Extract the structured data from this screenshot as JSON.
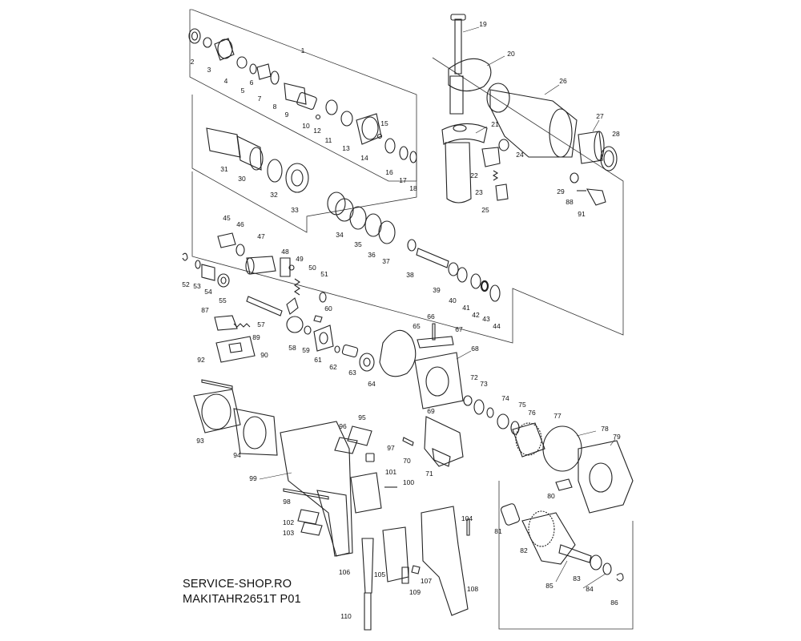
{
  "caption": {
    "site": "SERVICE-SHOP.RO",
    "model": "MAKITAHR2651T P01"
  },
  "parts": [
    {
      "id": "p1",
      "label": "1"
    },
    {
      "id": "p2",
      "label": "2"
    },
    {
      "id": "p3",
      "label": "3"
    },
    {
      "id": "p4",
      "label": "4"
    },
    {
      "id": "p5",
      "label": "5"
    },
    {
      "id": "p6",
      "label": "6"
    },
    {
      "id": "p7",
      "label": "7"
    },
    {
      "id": "p8",
      "label": "8"
    },
    {
      "id": "p9",
      "label": "9"
    },
    {
      "id": "p10",
      "label": "10"
    },
    {
      "id": "p11",
      "label": "11"
    },
    {
      "id": "p12",
      "label": "12"
    },
    {
      "id": "p13",
      "label": "13"
    },
    {
      "id": "p14",
      "label": "14"
    },
    {
      "id": "p15",
      "label": "15"
    },
    {
      "id": "p16",
      "label": "16"
    },
    {
      "id": "p17",
      "label": "17"
    },
    {
      "id": "p18",
      "label": "18"
    },
    {
      "id": "p19",
      "label": "19"
    },
    {
      "id": "p20",
      "label": "20"
    },
    {
      "id": "p21",
      "label": "21"
    },
    {
      "id": "p22",
      "label": "22"
    },
    {
      "id": "p23",
      "label": "23"
    },
    {
      "id": "p24",
      "label": "24"
    },
    {
      "id": "p25",
      "label": "25"
    },
    {
      "id": "p26",
      "label": "26"
    },
    {
      "id": "p27",
      "label": "27"
    },
    {
      "id": "p28",
      "label": "28"
    },
    {
      "id": "p29",
      "label": "29"
    },
    {
      "id": "p30",
      "label": "30"
    },
    {
      "id": "p31",
      "label": "31"
    },
    {
      "id": "p32",
      "label": "32"
    },
    {
      "id": "p33",
      "label": "33"
    },
    {
      "id": "p34",
      "label": "34"
    },
    {
      "id": "p35",
      "label": "35"
    },
    {
      "id": "p36",
      "label": "36"
    },
    {
      "id": "p37",
      "label": "37"
    },
    {
      "id": "p38",
      "label": "38"
    },
    {
      "id": "p39",
      "label": "39"
    },
    {
      "id": "p40",
      "label": "40"
    },
    {
      "id": "p41",
      "label": "41"
    },
    {
      "id": "p42",
      "label": "42"
    },
    {
      "id": "p43",
      "label": "43"
    },
    {
      "id": "p44",
      "label": "44"
    },
    {
      "id": "p45",
      "label": "45"
    },
    {
      "id": "p46",
      "label": "46"
    },
    {
      "id": "p47",
      "label": "47"
    },
    {
      "id": "p48",
      "label": "48"
    },
    {
      "id": "p49",
      "label": "49"
    },
    {
      "id": "p50",
      "label": "50"
    },
    {
      "id": "p51",
      "label": "51"
    },
    {
      "id": "p52",
      "label": "52"
    },
    {
      "id": "p53",
      "label": "53"
    },
    {
      "id": "p54",
      "label": "54"
    },
    {
      "id": "p55",
      "label": "55"
    },
    {
      "id": "p57",
      "label": "57"
    },
    {
      "id": "p58",
      "label": "58"
    },
    {
      "id": "p59",
      "label": "59"
    },
    {
      "id": "p60",
      "label": "60"
    },
    {
      "id": "p61",
      "label": "61"
    },
    {
      "id": "p62",
      "label": "62"
    },
    {
      "id": "p63",
      "label": "63"
    },
    {
      "id": "p64",
      "label": "64"
    },
    {
      "id": "p65",
      "label": "65"
    },
    {
      "id": "p66",
      "label": "66"
    },
    {
      "id": "p67",
      "label": "67"
    },
    {
      "id": "p68",
      "label": "68"
    },
    {
      "id": "p69",
      "label": "69"
    },
    {
      "id": "p70",
      "label": "70"
    },
    {
      "id": "p71",
      "label": "71"
    },
    {
      "id": "p72",
      "label": "72"
    },
    {
      "id": "p73",
      "label": "73"
    },
    {
      "id": "p74",
      "label": "74"
    },
    {
      "id": "p75",
      "label": "75"
    },
    {
      "id": "p76",
      "label": "76"
    },
    {
      "id": "p77",
      "label": "77"
    },
    {
      "id": "p78",
      "label": "78"
    },
    {
      "id": "p79",
      "label": "79"
    },
    {
      "id": "p80",
      "label": "80"
    },
    {
      "id": "p81",
      "label": "81"
    },
    {
      "id": "p82",
      "label": "82"
    },
    {
      "id": "p83",
      "label": "83"
    },
    {
      "id": "p84",
      "label": "84"
    },
    {
      "id": "p85",
      "label": "85"
    },
    {
      "id": "p86",
      "label": "86"
    },
    {
      "id": "p87",
      "label": "87"
    },
    {
      "id": "p88",
      "label": "88"
    },
    {
      "id": "p89",
      "label": "89"
    },
    {
      "id": "p90",
      "label": "90"
    },
    {
      "id": "p91",
      "label": "91"
    },
    {
      "id": "p92",
      "label": "92"
    },
    {
      "id": "p93",
      "label": "93"
    },
    {
      "id": "p94",
      "label": "94"
    },
    {
      "id": "p95",
      "label": "95"
    },
    {
      "id": "p96",
      "label": "96"
    },
    {
      "id": "p97",
      "label": "97"
    },
    {
      "id": "p98",
      "label": "98"
    },
    {
      "id": "p99",
      "label": "99"
    },
    {
      "id": "p100",
      "label": "100"
    },
    {
      "id": "p101",
      "label": "101"
    },
    {
      "id": "p102",
      "label": "102"
    },
    {
      "id": "p103",
      "label": "103"
    },
    {
      "id": "p104",
      "label": "104"
    },
    {
      "id": "p105",
      "label": "105"
    },
    {
      "id": "p106",
      "label": "106"
    },
    {
      "id": "p107",
      "label": "107"
    },
    {
      "id": "p108",
      "label": "108"
    },
    {
      "id": "p109",
      "label": "109"
    },
    {
      "id": "p110",
      "label": "110"
    }
  ]
}
